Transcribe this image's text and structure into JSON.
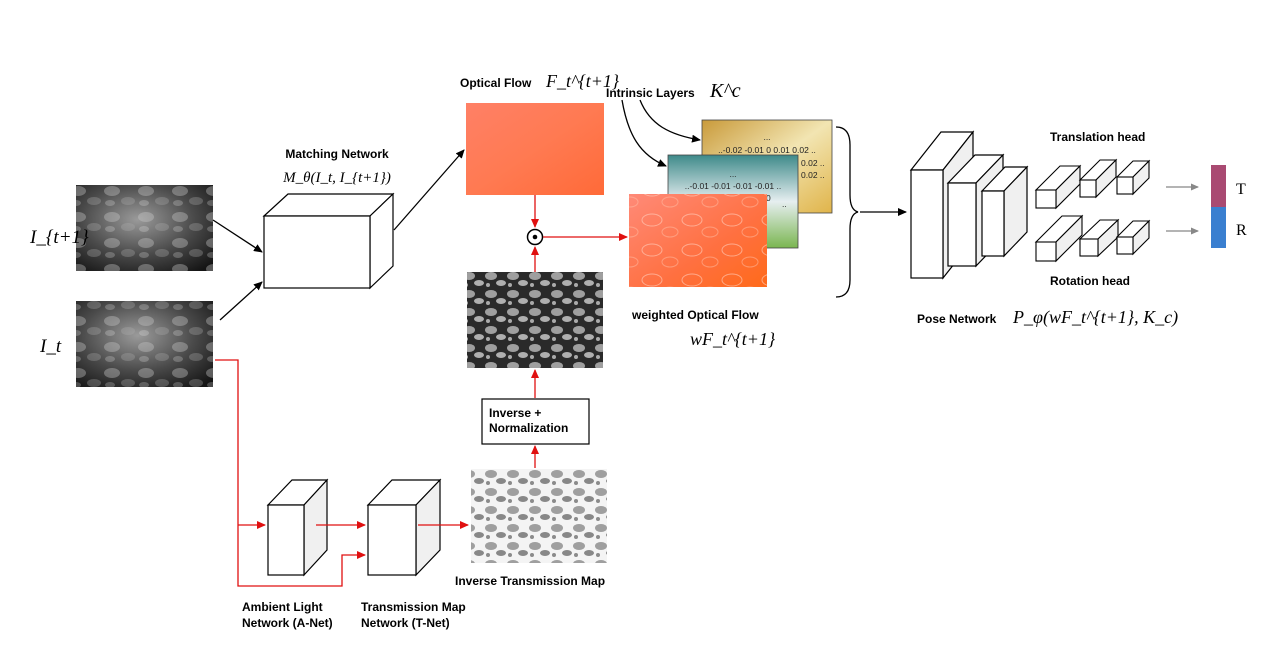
{
  "inputs": {
    "frame_next_label": "I_{t+1}",
    "frame_current_label": "I_t"
  },
  "matching_network": {
    "title": "Matching Network",
    "formula": "M_θ(I_t, I_{t+1})"
  },
  "optical_flow": {
    "title": "Optical Flow",
    "formula": "F_t^{t+1}"
  },
  "intrinsic_layers": {
    "title": "Intrinsic Layers",
    "formula": "K^c",
    "matrix_dots": "...",
    "matrix_row": "..-0.02 -0.01  0  0.01 0.02 ..",
    "matrix_row_short": "..-0.01 -0.01 -0.01 -0.01 ..",
    "matrix_partial_a": "0.02 ..",
    "matrix_partial_b": "..",
    "matrix_partial_c": "0"
  },
  "weighted_flow": {
    "title": "weighted Optical Flow",
    "formula": "wF_t^{t+1}"
  },
  "inverse_norm": {
    "line1": "Inverse +",
    "line2": "Normalization"
  },
  "inverse_transmission": {
    "title": "Inverse Transmission Map"
  },
  "a_net": {
    "line1": "Ambient Light",
    "line2": "Network (A-Net)"
  },
  "t_net": {
    "line1": "Transmission Map",
    "line2": "Network (T-Net)"
  },
  "pose_network": {
    "title": "Pose Network",
    "formula": "P_φ(wF_t^{t+1}, K_c)",
    "translation_head": "Translation head",
    "rotation_head": "Rotation head"
  },
  "outputs": {
    "t_label": "T",
    "r_label": "R",
    "t_color": "#a94a72",
    "r_color": "#3a7fd0"
  },
  "colors": {
    "red_arrow": "#e01010",
    "black_arrow": "#000000",
    "gray_arrow": "#888888"
  }
}
